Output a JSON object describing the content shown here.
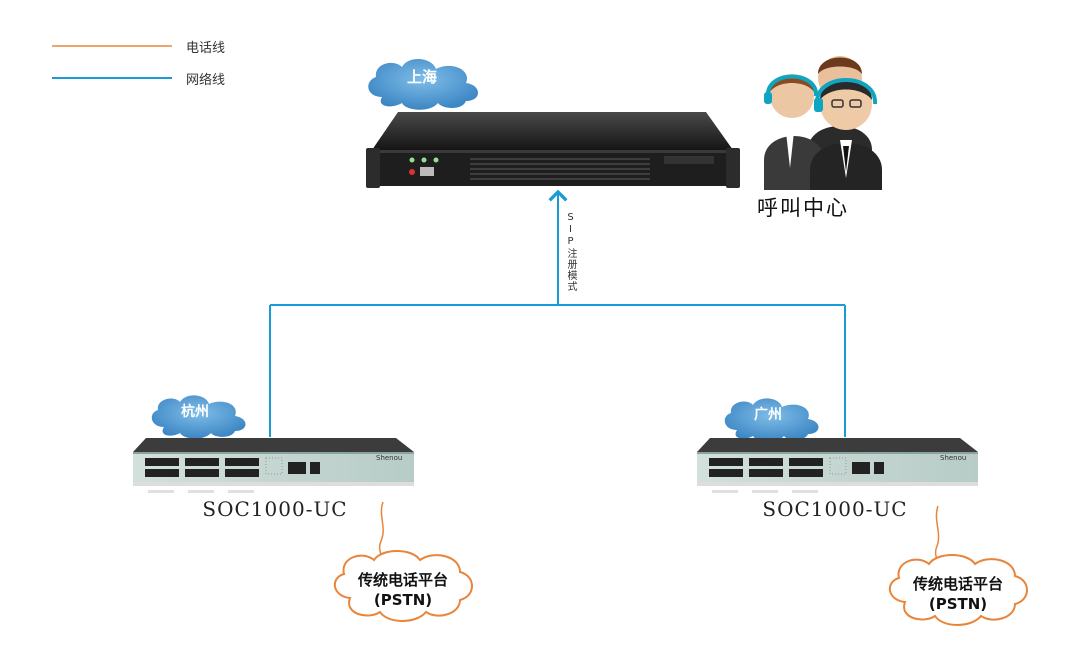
{
  "legend": {
    "phone_line": "电话线",
    "network_line": "网络线",
    "phone_color": "#e8853a",
    "network_color": "#1a9bd7"
  },
  "central": {
    "city": "上海"
  },
  "call_center": {
    "label": "呼叫中心"
  },
  "link": {
    "label": "SIP注册模式"
  },
  "branches": [
    {
      "city": "杭州",
      "device": "SOC1000-UC",
      "brand": "Shenou",
      "pstn_line1": "传统电话平台",
      "pstn_line2": "(PSTN)"
    },
    {
      "city": "广州",
      "device": "SOC1000-UC",
      "brand": "Shenou",
      "pstn_line1": "传统电话平台",
      "pstn_line2": "(PSTN)"
    }
  ],
  "colors": {
    "cloud": "#4f9bd4",
    "server": "#2a2a2a",
    "switch_body": "#3a3a3a",
    "switch_face": "#c9dad6"
  }
}
